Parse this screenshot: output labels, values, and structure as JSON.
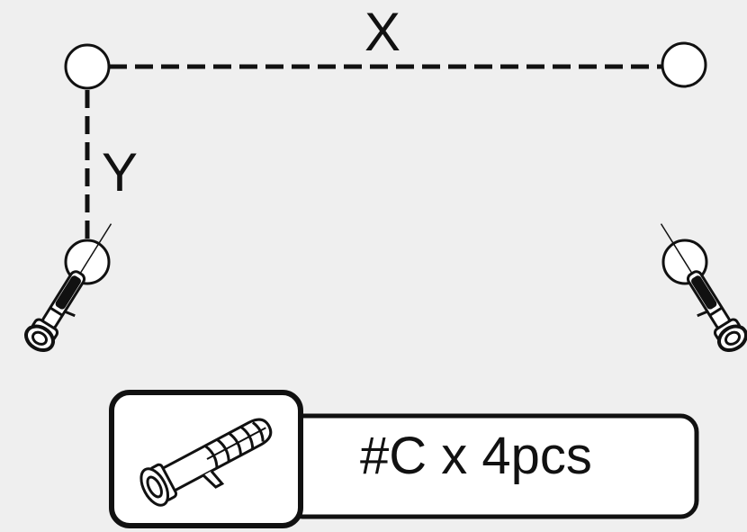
{
  "diagram": {
    "horizontal_label": "X",
    "vertical_label": "Y"
  },
  "parts": {
    "quantity_text": "#C x 4pcs",
    "icon": "wall-anchor-icon"
  },
  "colors": {
    "background": "#efefef",
    "line": "#111111",
    "fill": "#ffffff"
  }
}
